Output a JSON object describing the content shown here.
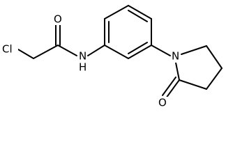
{
  "atoms": {
    "cl": "Cl",
    "o_amide": "O",
    "nh": "N",
    "h": "H",
    "n_ring": "N",
    "o_lactam": "O"
  },
  "colors": {
    "bond": "#000000",
    "label": "#000000",
    "background": "#ffffff"
  }
}
